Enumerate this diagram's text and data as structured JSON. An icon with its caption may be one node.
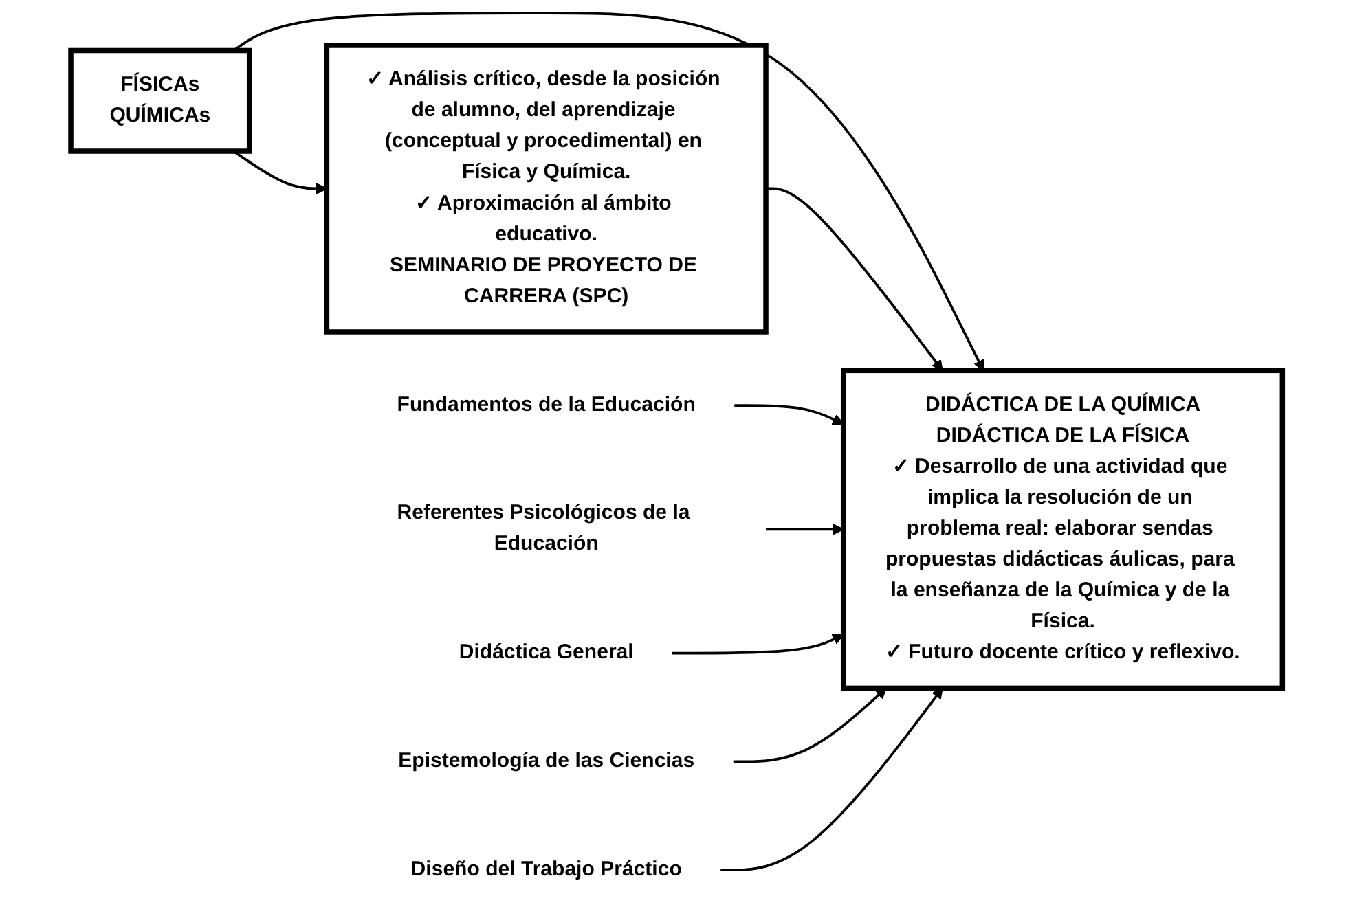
{
  "diagram": {
    "nodes": [
      {
        "text": [
          "FÍSICAs",
          "QUÍMICAs"
        ]
      },
      {
        "text": [
          "Fundamentos de la Educación"
        ]
      },
      {
        "text": [
          "Referentes Psicológicos de la Educación"
        ]
      },
      {
        "text": [
          "DIDÁCTICA DE LA QUÍMICA",
          "DIDÁCTICA DE LA FÍSICA",
          "✓ Desarrollo de una actividad que implica la resolución de un problema real: elaborar sendas propuestas didácticas áulicas, para la enseñanza de la Química y de la Física.",
          "✓ Futuro docente crítico y reflexivo."
        ]
      },
      {
        "text": [
          "Didáctica General"
        ]
      },
      {
        "text": [
          "✓ Análisis crítico, desde la posición de alumno, del aprendizaje (conceptual y procedimental) en Física y Química.",
          "✓ Aproximación al ámbito educativo.",
          "SEMINARIO DE PROYECTO DE CARRERA (SPC)"
        ]
      },
      {
        "text": [
          "Epistemología de las Ciencias"
        ]
      },
      {
        "text": [
          "Diseño del Trabajo Práctico"
        ]
      }
    ],
    "edges": [
      {
        "from": 0,
        "to": 3,
        "arrow": "to"
      },
      {
        "from": 0,
        "to": 5,
        "arrow": "to"
      },
      {
        "from": 5,
        "to": 3,
        "arrow": "to"
      },
      {
        "from": 1,
        "to": 3,
        "arrow": "to"
      },
      {
        "from": 2,
        "to": 3,
        "arrow": "to"
      },
      {
        "from": 4,
        "to": 3,
        "arrow": "to"
      },
      {
        "from": 6,
        "to": 3,
        "arrow": "to"
      },
      {
        "from": 7,
        "to": 3,
        "arrow": "to"
      }
    ]
  }
}
